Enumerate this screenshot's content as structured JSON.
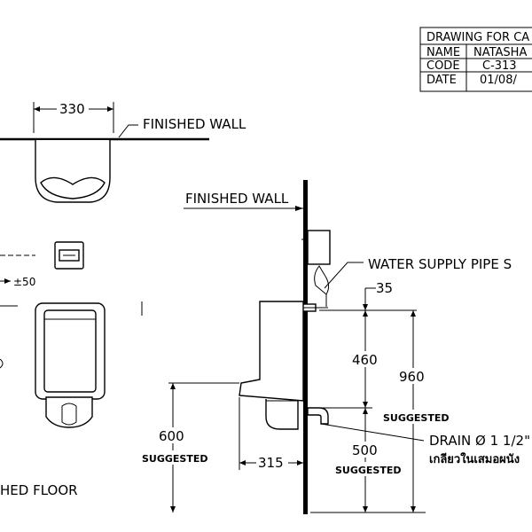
{
  "title_block": {
    "header": "DRAWING FOR CA",
    "rows": [
      {
        "key": "NAME",
        "value": "NATASHA"
      },
      {
        "key": "CODE",
        "value": "C-313"
      },
      {
        "key": "DATE",
        "value": "01/08/"
      }
    ]
  },
  "top_view": {
    "width_dim": "330",
    "wall_label": "FINISHED WALL"
  },
  "front_view": {
    "tolerance": "±50",
    "floor_label": "HED FLOOR"
  },
  "side_view": {
    "wall_label": "FINISHED WALL",
    "supply_label": "WATER SUPPLY PIPE S",
    "dim_35": "35",
    "dim_460": "460",
    "dim_960": "960",
    "dim_960_note": "SUGGESTED",
    "dim_600": "600",
    "dim_600_note": "SUGGESTED",
    "dim_315": "315",
    "dim_500": "500",
    "dim_500_note": "SUGGESTED",
    "drain_label": "DRAIN  Ø 1 1/2\"",
    "drain_note": "เกลียวในเสมอผนัง"
  }
}
